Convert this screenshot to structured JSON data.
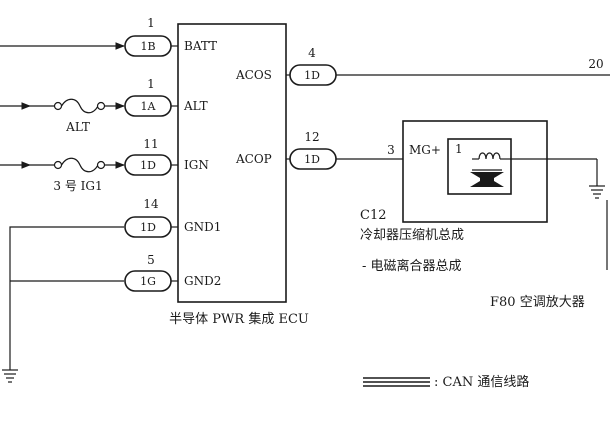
{
  "ecu": {
    "label": "半导体 PWR 集成 ECU",
    "inputs": [
      {
        "pin": "1",
        "connector": "1B",
        "signal": "BATT"
      },
      {
        "pin": "1",
        "connector": "1A",
        "signal": "ALT"
      },
      {
        "pin": "11",
        "connector": "1D",
        "signal": "IGN"
      },
      {
        "pin": "14",
        "connector": "1D",
        "signal": "GND1"
      },
      {
        "pin": "5",
        "connector": "1G",
        "signal": "GND2"
      }
    ],
    "outputs": [
      {
        "pin": "4",
        "connector": "1D",
        "signal": "ACOS"
      },
      {
        "pin": "12",
        "connector": "1D",
        "signal": "ACOP"
      }
    ]
  },
  "fuses": {
    "alt": "ALT",
    "ig1": "3 号 IG1"
  },
  "wire_end_label": "20",
  "compressor": {
    "pin_num": "3",
    "pin_signal": "MG+",
    "inner_pin": "1",
    "code": "C12",
    "name": "冷却器压缩机总成",
    "sub_name": "- 电磁离合器总成"
  },
  "amplifier": {
    "label": "F80  空调放大器"
  },
  "legend": {
    "can_label": ": CAN  通信线路"
  },
  "colors": {
    "ink": "#1a1a1a",
    "background": "#ffffff"
  },
  "icons": {
    "ground": "ground-symbol-icon",
    "fuse": "fuse-icon",
    "arrow": "arrow-right-icon",
    "clutch": "magnetic-clutch-icon"
  }
}
